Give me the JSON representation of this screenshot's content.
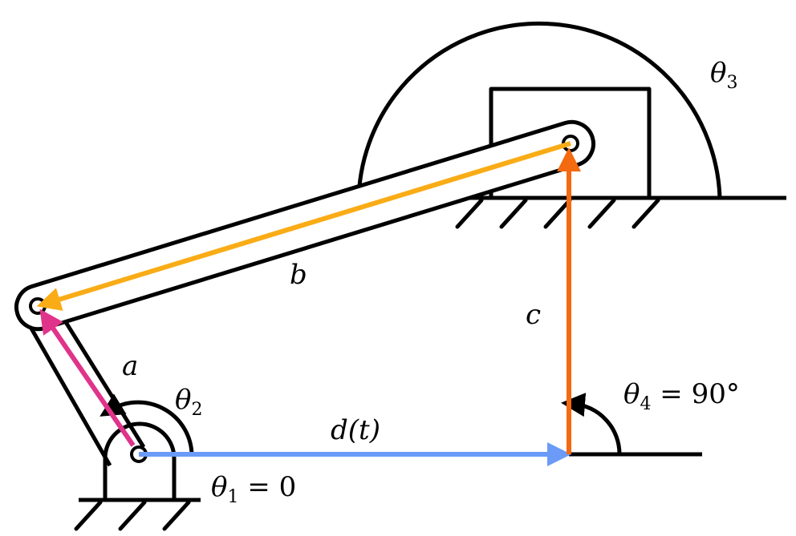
{
  "diagram": {
    "colors": {
      "vector_a": "#E0338A",
      "vector_b": "#F9AC16",
      "vector_c": "#F36A10",
      "vector_d": "#6B9BF7",
      "ink": "#000000"
    },
    "labels": {
      "a": "a",
      "b": "b",
      "c": "c",
      "d": "d(t)",
      "theta1": {
        "symbol": "θ",
        "sub": "1",
        "rest": " = 0"
      },
      "theta2": {
        "symbol": "θ",
        "sub": "2"
      },
      "theta3": {
        "symbol": "θ",
        "sub": "3"
      },
      "theta4": {
        "symbol": "θ",
        "sub": "4",
        "rest": " = 90°"
      }
    }
  }
}
